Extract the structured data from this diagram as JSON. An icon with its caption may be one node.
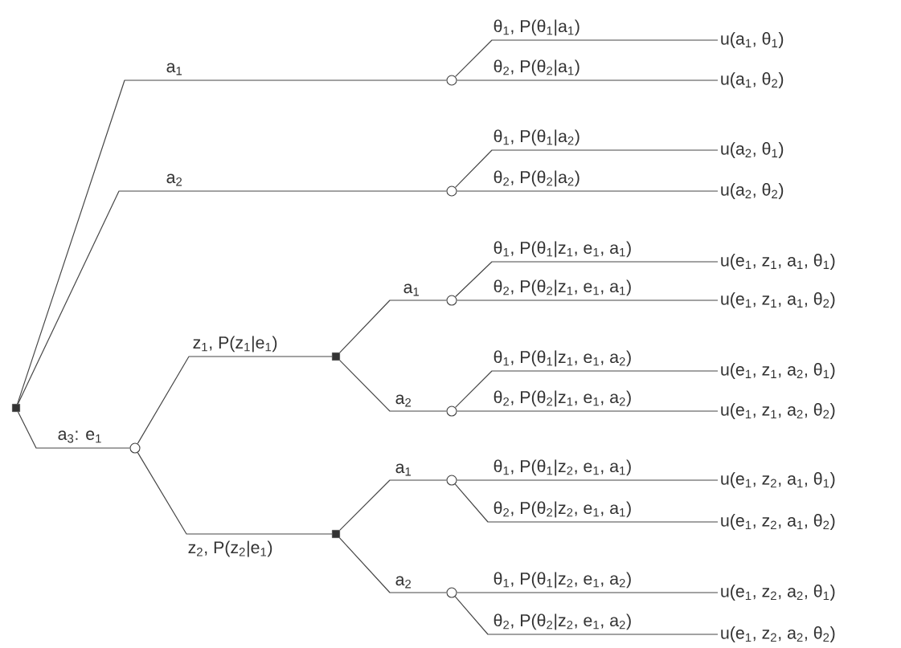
{
  "diagram": {
    "nodes": [
      {
        "text": [],
        "shape": "box"
      },
      {
        "text": [],
        "shape": "circle"
      },
      {
        "text": [],
        "shape": "circle"
      },
      {
        "text": [],
        "shape": "circle"
      },
      {
        "text": [],
        "shape": "box"
      },
      {
        "text": [],
        "shape": "box"
      },
      {
        "text": [],
        "shape": "circle"
      },
      {
        "text": [],
        "shape": "circle"
      },
      {
        "text": [],
        "shape": "circle"
      },
      {
        "text": [],
        "shape": "circle"
      },
      {
        "text": [
          "u(a$_{1}$, θ$_{1}$)"
        ]
      },
      {
        "text": [
          "u(a$_{1}$, θ$_{2}$)"
        ]
      },
      {
        "text": [
          "u(a$_{2}$, θ$_{1}$)"
        ]
      },
      {
        "text": [
          "u(a$_{2}$, θ$_{2}$)"
        ]
      },
      {
        "text": [
          "u(e$_{1}$, z$_{1}$, a$_{1}$, θ$_{1}$)"
        ]
      },
      {
        "text": [
          "u(e$_{1}$, z$_{1}$, a$_{1}$, θ$_{2}$)"
        ]
      },
      {
        "text": [
          "u(e$_{1}$, z$_{1}$, a$_{2}$, θ$_{1}$)"
        ]
      },
      {
        "text": [
          "u(e$_{1}$, z$_{1}$, a$_{2}$, θ$_{2}$)"
        ]
      },
      {
        "text": [
          "u(e$_{1}$, z$_{2}$, a$_{1}$, θ$_{1}$)"
        ]
      },
      {
        "text": [
          "u(e$_{1}$, z$_{2}$, a$_{1}$, θ$_{2}$)"
        ]
      },
      {
        "text": [
          "u(e$_{1}$, z$_{2}$, a$_{2}$, θ$_{1}$)"
        ]
      },
      {
        "text": [
          "u(e$_{1}$, z$_{2}$, a$_{2}$, θ$_{2}$)"
        ]
      }
    ],
    "edges": [
      {
        "from": 0,
        "to": 1,
        "arrow": "none",
        "label": "a$_{1}$"
      },
      {
        "from": 0,
        "to": 2,
        "arrow": "none",
        "label": "a$_{2}$"
      },
      {
        "from": 0,
        "to": 3,
        "arrow": "none",
        "label": "a$_{3}$: e$_{1}$"
      },
      {
        "from": 1,
        "to": 10,
        "arrow": "none",
        "label": "θ$_{1}$, P(θ$_{1}$|a$_{1}$)"
      },
      {
        "from": 1,
        "to": 11,
        "arrow": "none",
        "label": "θ$_{2}$, P(θ$_{2}$|a$_{1}$)"
      },
      {
        "from": 2,
        "to": 12,
        "arrow": "none",
        "label": "θ$_{1}$, P(θ$_{1}$|a$_{2}$)"
      },
      {
        "from": 2,
        "to": 13,
        "arrow": "none",
        "label": "θ$_{2}$, P(θ$_{2}$|a$_{2}$)"
      },
      {
        "from": 3,
        "to": 4,
        "arrow": "none",
        "label": "z$_{1}$, P(z$_{1}$|e$_{1}$)"
      },
      {
        "from": 3,
        "to": 5,
        "arrow": "none",
        "label": "z$_{2}$, P(z$_{2}$|e$_{1}$)"
      },
      {
        "from": 4,
        "to": 6,
        "arrow": "none",
        "label": "a$_{1}$"
      },
      {
        "from": 4,
        "to": 7,
        "arrow": "none",
        "label": "a$_{2}$"
      },
      {
        "from": 5,
        "to": 8,
        "arrow": "none",
        "label": "a$_{1}$"
      },
      {
        "from": 5,
        "to": 9,
        "arrow": "none",
        "label": "a$_{2}$"
      },
      {
        "from": 6,
        "to": 14,
        "arrow": "none",
        "label": "θ$_{1}$, P(θ$_{1}$|z$_{1}$, e$_{1}$, a$_{1}$)"
      },
      {
        "from": 6,
        "to": 15,
        "arrow": "none",
        "label": "θ$_{2}$, P(θ$_{2}$|z$_{1}$, e$_{1}$, a$_{1}$)"
      },
      {
        "from": 7,
        "to": 16,
        "arrow": "none",
        "label": "θ$_{1}$, P(θ$_{1}$|z$_{1}$, e$_{1}$, a$_{2}$)"
      },
      {
        "from": 7,
        "to": 17,
        "arrow": "none",
        "label": "θ$_{2}$, P(θ$_{2}$|z$_{1}$, e$_{1}$, a$_{2}$)"
      },
      {
        "from": 8,
        "to": 18,
        "arrow": "none",
        "label": "θ$_{1}$, P(θ$_{1}$|z$_{2}$, e$_{1}$, a$_{1}$)"
      },
      {
        "from": 8,
        "to": 19,
        "arrow": "none",
        "label": "θ$_{2}$, P(θ$_{2}$|z$_{2}$, e$_{1}$, a$_{1}$)"
      },
      {
        "from": 9,
        "to": 20,
        "arrow": "none",
        "label": "θ$_{1}$, P(θ$_{1}$|z$_{2}$, e$_{1}$, a$_{2}$)"
      },
      {
        "from": 9,
        "to": 21,
        "arrow": "none",
        "label": "θ$_{2}$, P(θ$_{2}$|z$_{2}$, e$_{1}$, a$_{2}$)"
      }
    ]
  }
}
